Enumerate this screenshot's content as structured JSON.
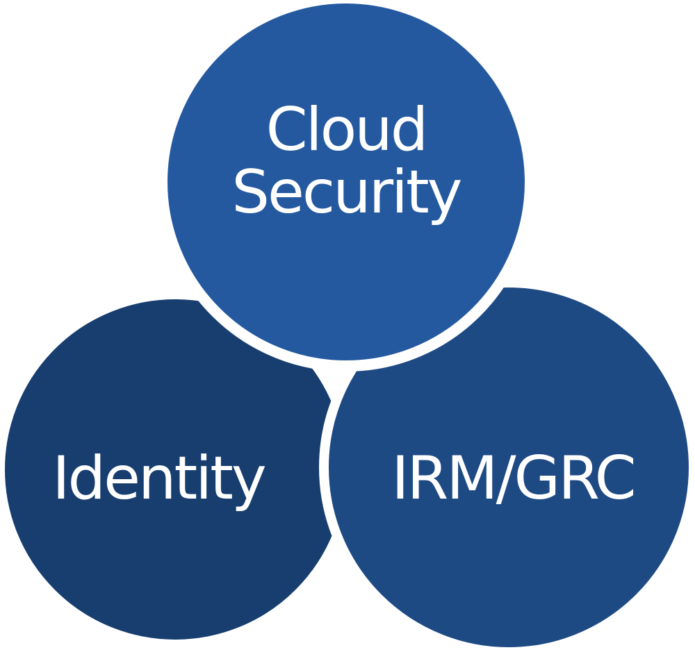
{
  "diagram": {
    "background_color": "#ffffff",
    "separator_color": "#ffffff",
    "circles": {
      "cloud_security": {
        "label_line_1": "Cloud",
        "label_line_2": "Security",
        "color": "#2459a0"
      },
      "identity": {
        "label": "Identity",
        "color": "#173e6f"
      },
      "irm_grc": {
        "label": "IRM/GRC",
        "color": "#1e4a84"
      }
    }
  }
}
